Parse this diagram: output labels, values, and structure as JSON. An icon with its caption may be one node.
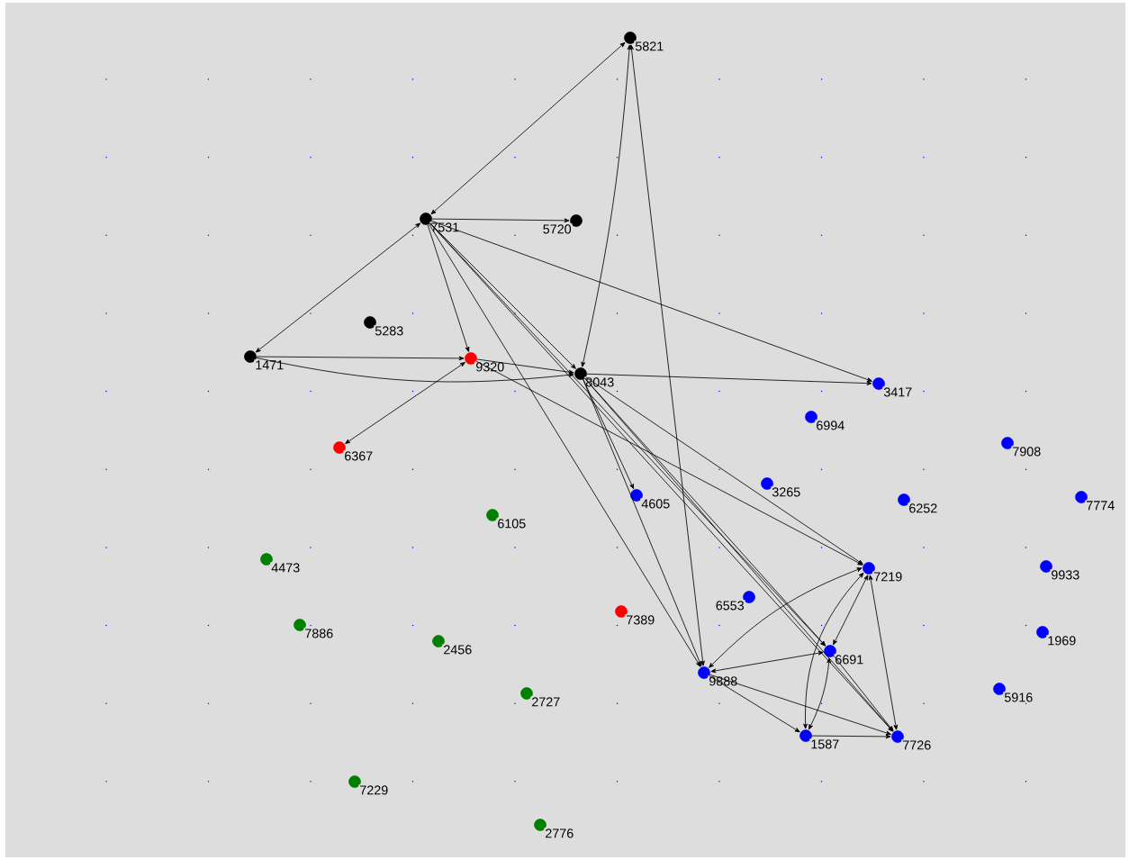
{
  "diagram": {
    "nodes": [
      {
        "text": [
          "5821"
        ]
      },
      {
        "text": [
          "7531"
        ]
      },
      {
        "text": [
          "5720"
        ]
      },
      {
        "text": [
          "5283"
        ]
      },
      {
        "text": [
          "1471"
        ]
      },
      {
        "text": [
          "9320"
        ]
      },
      {
        "text": [
          "8043"
        ]
      },
      {
        "text": [
          "3417"
        ]
      },
      {
        "text": [
          "6994"
        ]
      },
      {
        "text": [
          "6367"
        ]
      },
      {
        "text": [
          "7908"
        ]
      },
      {
        "text": [
          "3265"
        ]
      },
      {
        "text": [
          "4605"
        ]
      },
      {
        "text": [
          "7774"
        ]
      },
      {
        "text": [
          "6252"
        ]
      },
      {
        "text": [
          "6105"
        ]
      },
      {
        "text": [
          "4473"
        ]
      },
      {
        "text": [
          "9933"
        ]
      },
      {
        "text": [
          "7219"
        ]
      },
      {
        "text": [
          "6553"
        ]
      },
      {
        "text": [
          "7389"
        ]
      },
      {
        "text": [
          "7886"
        ]
      },
      {
        "text": [
          "1969"
        ]
      },
      {
        "text": [
          "2456"
        ]
      },
      {
        "text": [
          "6691"
        ]
      },
      {
        "text": [
          "9888"
        ]
      },
      {
        "text": [
          "5916"
        ]
      },
      {
        "text": [
          "2727"
        ]
      },
      {
        "text": [
          "1587"
        ]
      },
      {
        "text": [
          "7726"
        ]
      },
      {
        "text": [
          "7229"
        ]
      },
      {
        "text": [
          "2776"
        ]
      }
    ],
    "edges": [
      {
        "from": 0,
        "to": 1,
        "arrow": "both"
      },
      {
        "from": 1,
        "to": 2,
        "arrow": "to"
      },
      {
        "from": 0,
        "to": 6,
        "arrow": "both"
      },
      {
        "from": 0,
        "to": 25,
        "arrow": "both"
      },
      {
        "from": 1,
        "to": 4,
        "arrow": "both"
      },
      {
        "from": 1,
        "to": 5,
        "arrow": "to"
      },
      {
        "from": 4,
        "to": 5,
        "arrow": "to"
      },
      {
        "from": 4,
        "to": 6,
        "arrow": "to"
      },
      {
        "from": 5,
        "to": 6,
        "arrow": "to"
      },
      {
        "from": 5,
        "to": 9,
        "arrow": "both"
      },
      {
        "from": 6,
        "to": 7,
        "arrow": "to"
      },
      {
        "from": 1,
        "to": 7,
        "arrow": "to"
      },
      {
        "from": 1,
        "to": 6,
        "arrow": "to"
      },
      {
        "from": 6,
        "to": 12,
        "arrow": "to"
      },
      {
        "from": 6,
        "to": 18,
        "arrow": "to"
      },
      {
        "from": 5,
        "to": 18,
        "arrow": "to"
      },
      {
        "from": 6,
        "to": 25,
        "arrow": "to"
      },
      {
        "from": 1,
        "to": 25,
        "arrow": "to"
      },
      {
        "from": 1,
        "to": 24,
        "arrow": "to"
      },
      {
        "from": 1,
        "to": 29,
        "arrow": "to"
      },
      {
        "from": 6,
        "to": 24,
        "arrow": "to"
      },
      {
        "from": 6,
        "to": 29,
        "arrow": "to"
      },
      {
        "from": 25,
        "to": 18,
        "arrow": "both"
      },
      {
        "from": 25,
        "to": 24,
        "arrow": "both"
      },
      {
        "from": 25,
        "to": 28,
        "arrow": "to"
      },
      {
        "from": 25,
        "to": 29,
        "arrow": "to"
      },
      {
        "from": 28,
        "to": 18,
        "arrow": "both"
      },
      {
        "from": 24,
        "to": 18,
        "arrow": "both"
      },
      {
        "from": 24,
        "to": 28,
        "arrow": "both"
      },
      {
        "from": 18,
        "to": 29,
        "arrow": "both"
      },
      {
        "from": 28,
        "to": 29,
        "arrow": "to"
      },
      {
        "from": 24,
        "to": 29,
        "arrow": "to"
      }
    ]
  }
}
